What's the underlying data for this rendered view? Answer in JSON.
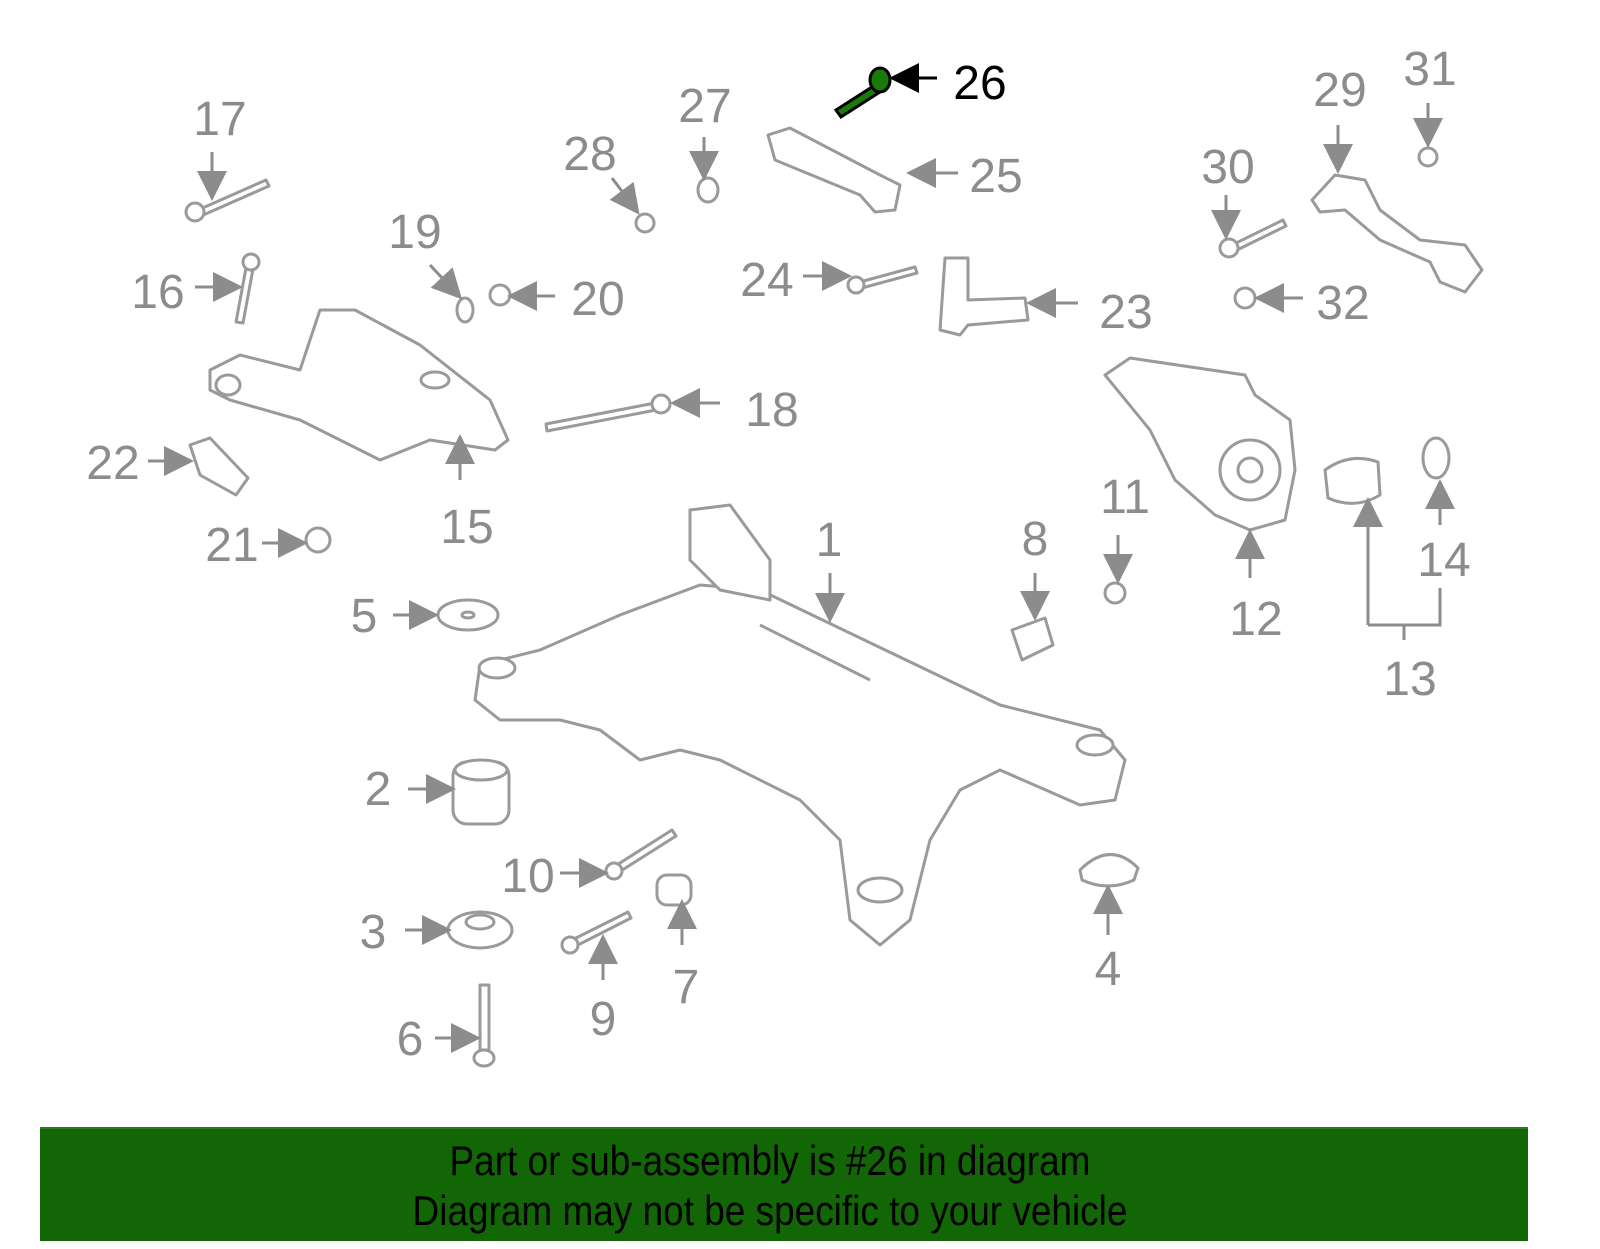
{
  "callouts": [
    "1",
    "2",
    "3",
    "4",
    "5",
    "6",
    "7",
    "8",
    "9",
    "10",
    "11",
    "12",
    "13",
    "14",
    "15",
    "16",
    "17",
    "18",
    "19",
    "20",
    "21",
    "22",
    "23",
    "24",
    "25",
    "26",
    "27",
    "28",
    "29",
    "30",
    "31",
    "32"
  ],
  "highlighted_part": "26",
  "colors": {
    "highlight": "#126605",
    "parts": "#9a9a9a",
    "banner": "#126605"
  },
  "banner": {
    "line1": "Part or sub-assembly is #26 in diagram",
    "line2": "Diagram may not be specific to your vehicle"
  }
}
